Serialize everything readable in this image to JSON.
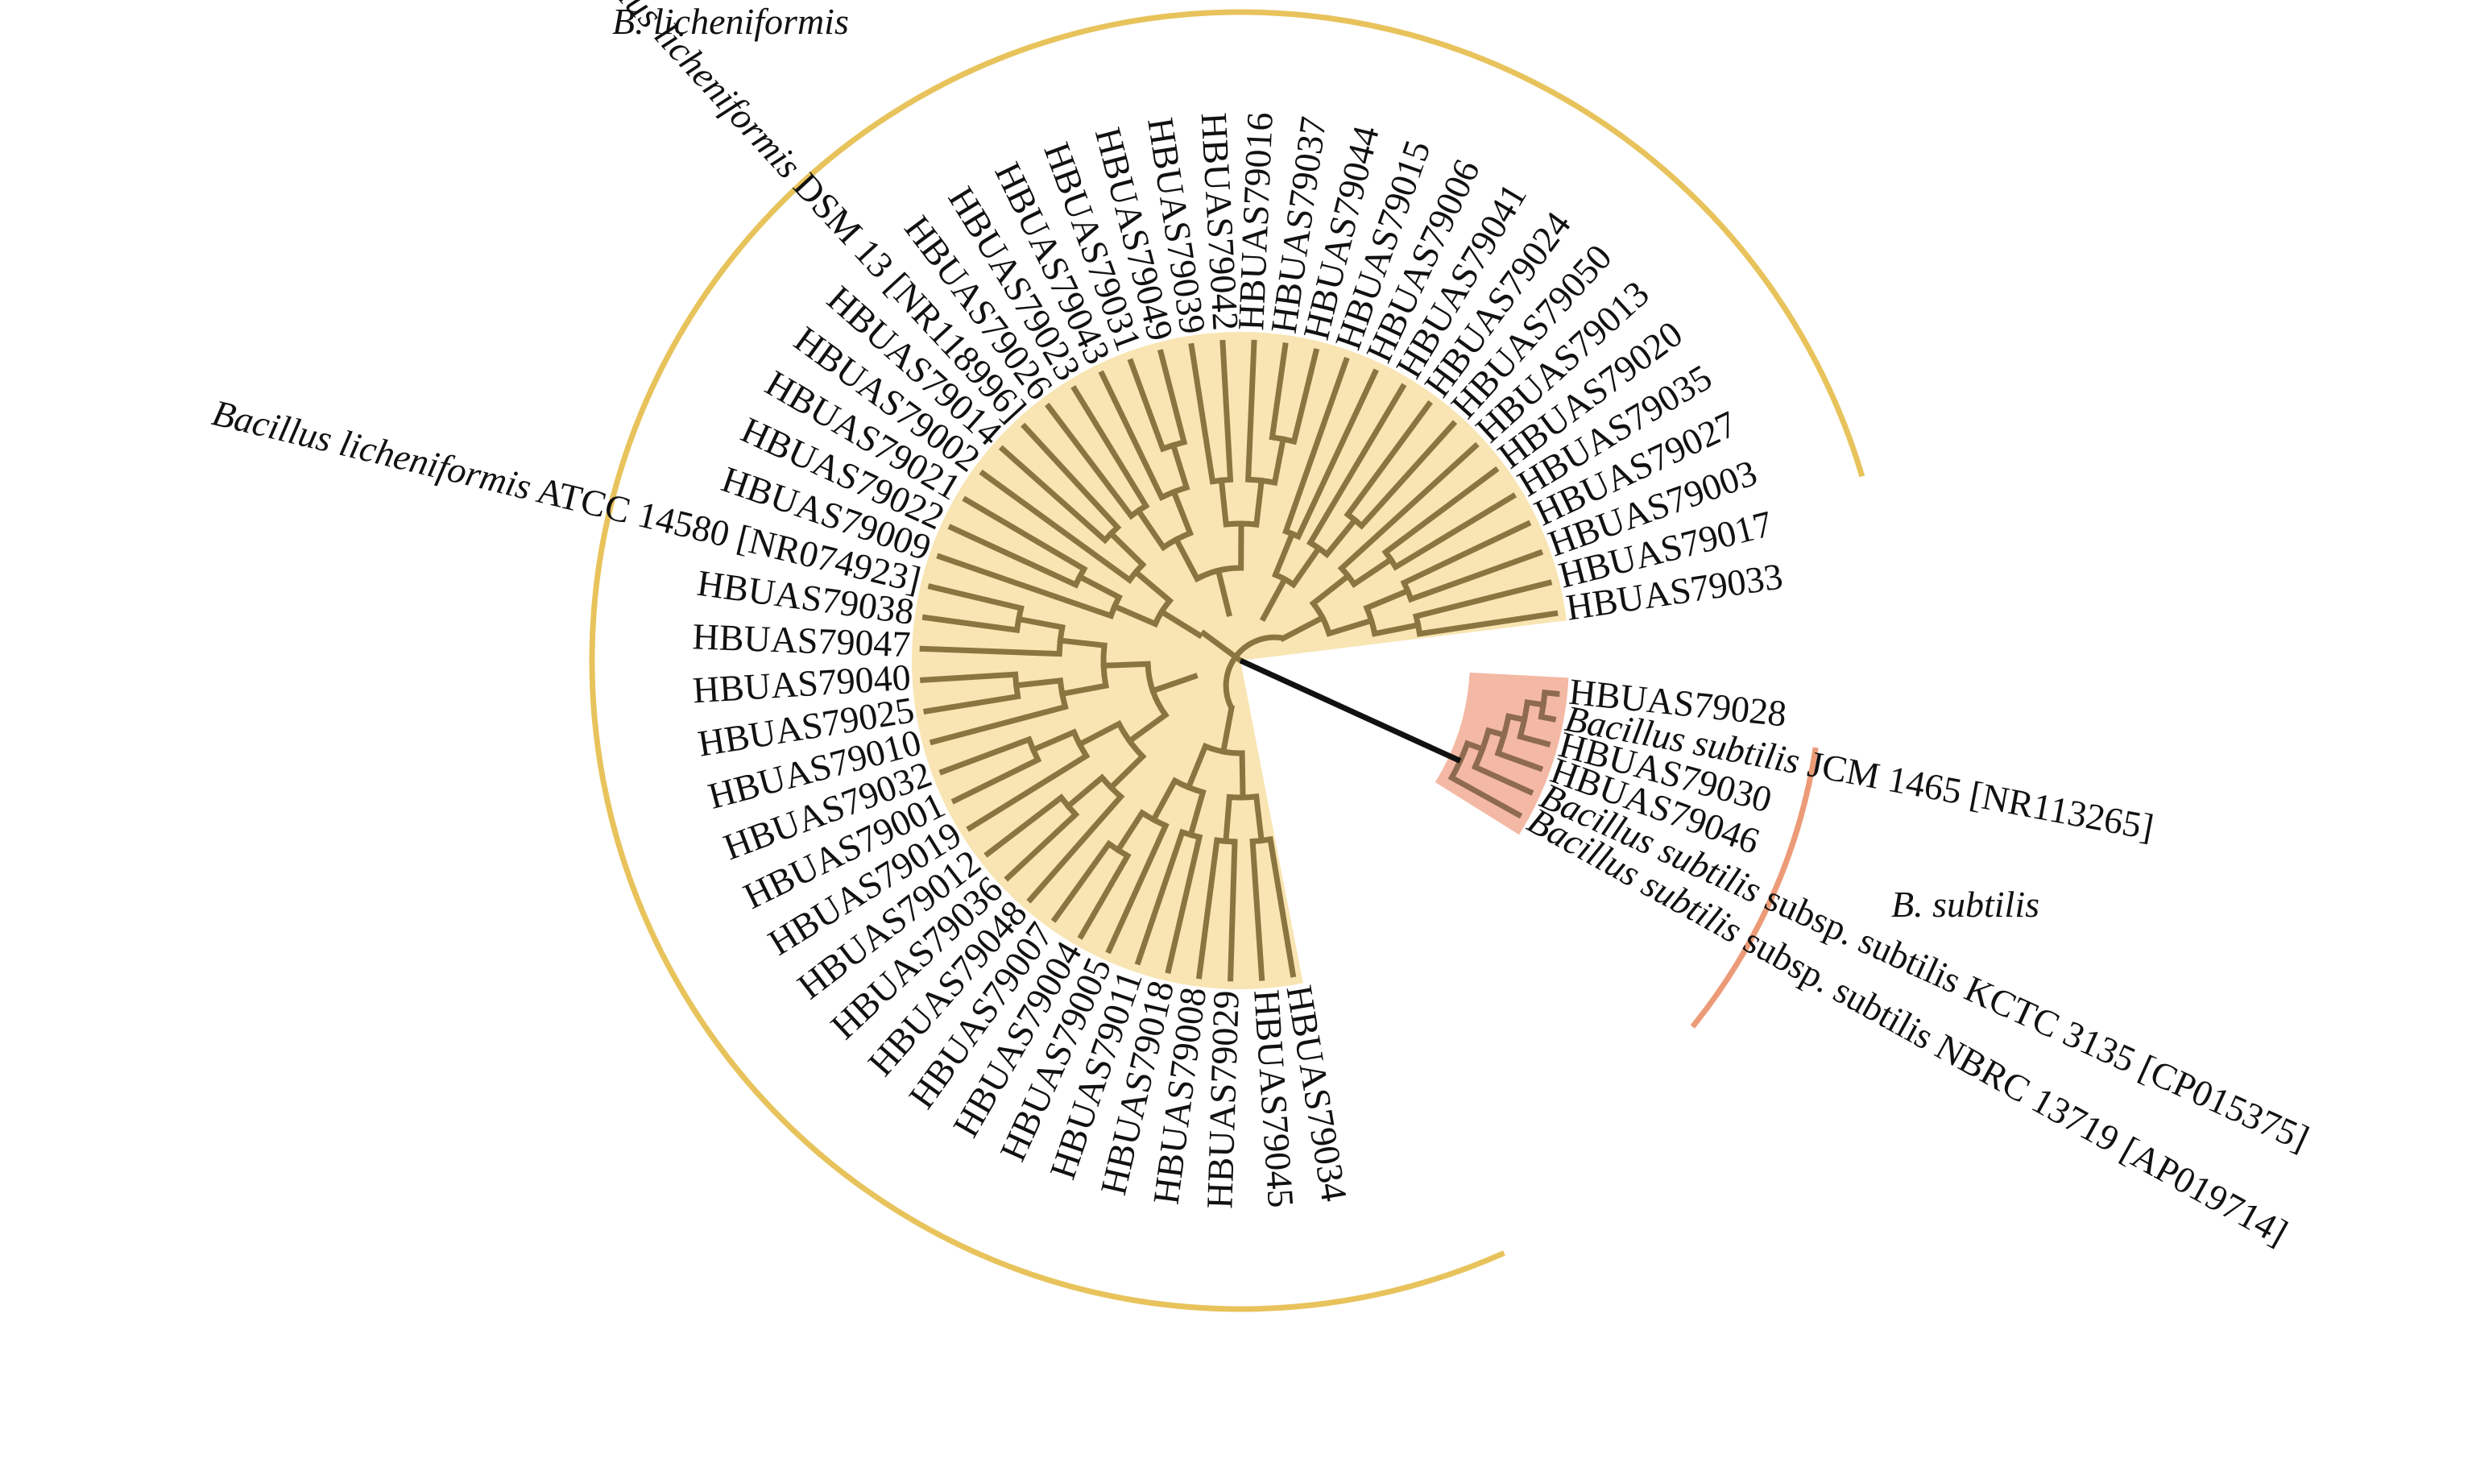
{
  "colors": {
    "licheniformis_fill": "#f9e5b3",
    "licheniformis_branch": "#8a7440",
    "licheniformis_arc": "#e8c35c",
    "subtilis_fill": "#f4b9a4",
    "subtilis_branch": "#8e6a50",
    "subtilis_arc": "#ec9b78",
    "root_branch": "#111111",
    "label": "#111111"
  },
  "groups": {
    "licheniformis": {
      "name": "B. licheniformis"
    },
    "subtilis": {
      "name": "B. subtilis"
    }
  },
  "tips": [
    {
      "text": "HBUAS79033",
      "group": "licheniformis"
    },
    {
      "text": "HBUAS79017",
      "group": "licheniformis"
    },
    {
      "text": "HBUAS79003",
      "group": "licheniformis"
    },
    {
      "text": "HBUAS79027",
      "group": "licheniformis"
    },
    {
      "text": "HBUAS79035",
      "group": "licheniformis"
    },
    {
      "text": "HBUAS79020",
      "group": "licheniformis"
    },
    {
      "text": "HBUAS79013",
      "group": "licheniformis"
    },
    {
      "text": "HBUAS79050",
      "group": "licheniformis"
    },
    {
      "text": "HBUAS79024",
      "group": "licheniformis"
    },
    {
      "text": "HBUAS79041",
      "group": "licheniformis"
    },
    {
      "text": "HBUAS79006",
      "group": "licheniformis"
    },
    {
      "text": "HBUAS79015",
      "group": "licheniformis"
    },
    {
      "text": "HBUAS79044",
      "group": "licheniformis"
    },
    {
      "text": "HBUAS79037",
      "group": "licheniformis"
    },
    {
      "text": "HBUAS79016",
      "group": "licheniformis"
    },
    {
      "text": "HBUAS79042",
      "group": "licheniformis"
    },
    {
      "text": "HBUAS79039",
      "group": "licheniformis"
    },
    {
      "text": "HBUAS79049",
      "group": "licheniformis"
    },
    {
      "text": "HBUAS79031",
      "group": "licheniformis"
    },
    {
      "text": "HBUAS79043",
      "group": "licheniformis"
    },
    {
      "text": "HBUAS79023",
      "group": "licheniformis"
    },
    {
      "text": "HBUAS79026",
      "group": "licheniformis"
    },
    {
      "italic": "Bacillus licheniformis",
      "rest": " DSM 13 [NR118996]",
      "group": "licheniformis"
    },
    {
      "text": "HBUAS79014",
      "group": "licheniformis"
    },
    {
      "text": "HBUAS79002",
      "group": "licheniformis"
    },
    {
      "text": "HBUAS79021",
      "group": "licheniformis"
    },
    {
      "text": "HBUAS79022",
      "group": "licheniformis"
    },
    {
      "text": "HBUAS79009",
      "group": "licheniformis"
    },
    {
      "italic": "Bacillus licheniformis",
      "rest": " ATCC 14580 [NR074923]",
      "group": "licheniformis"
    },
    {
      "text": "HBUAS79038",
      "group": "licheniformis"
    },
    {
      "text": "HBUAS79047",
      "group": "licheniformis"
    },
    {
      "text": "HBUAS79040",
      "group": "licheniformis"
    },
    {
      "text": "HBUAS79025",
      "group": "licheniformis"
    },
    {
      "text": "HBUAS79010",
      "group": "licheniformis"
    },
    {
      "text": "HBUAS79032",
      "group": "licheniformis"
    },
    {
      "text": "HBUAS79001",
      "group": "licheniformis"
    },
    {
      "text": "HBUAS79019",
      "group": "licheniformis"
    },
    {
      "text": "HBUAS79012",
      "group": "licheniformis"
    },
    {
      "text": "HBUAS79036",
      "group": "licheniformis"
    },
    {
      "text": "HBUAS79048",
      "group": "licheniformis"
    },
    {
      "text": "HBUAS79007",
      "group": "licheniformis"
    },
    {
      "text": "HBUAS79004",
      "group": "licheniformis"
    },
    {
      "text": "HBUAS79005",
      "group": "licheniformis"
    },
    {
      "text": "HBUAS79011",
      "group": "licheniformis"
    },
    {
      "text": "HBUAS79018",
      "group": "licheniformis"
    },
    {
      "text": "HBUAS79008",
      "group": "licheniformis"
    },
    {
      "text": "HBUAS79029",
      "group": "licheniformis"
    },
    {
      "text": "HBUAS79045",
      "group": "licheniformis"
    },
    {
      "text": "HBUAS79034",
      "group": "licheniformis"
    },
    {
      "italic": "Bacillus subtilis",
      "rest": " subsp. subtilis NBRC 13719 [AP019714]",
      "group": "subtilis"
    },
    {
      "italic": "Bacillus subtilis",
      "rest": " subsp. subtilis KCTC 3135 [CP015375]",
      "group": "subtilis"
    },
    {
      "text": "HBUAS79046",
      "group": "subtilis"
    },
    {
      "text": "HBUAS79030",
      "group": "subtilis"
    },
    {
      "italic": "Bacillus subtilis",
      "rest": " JCM 1465 [NR113265]",
      "group": "subtilis"
    },
    {
      "text": "HBUAS79028",
      "group": "subtilis"
    }
  ]
}
